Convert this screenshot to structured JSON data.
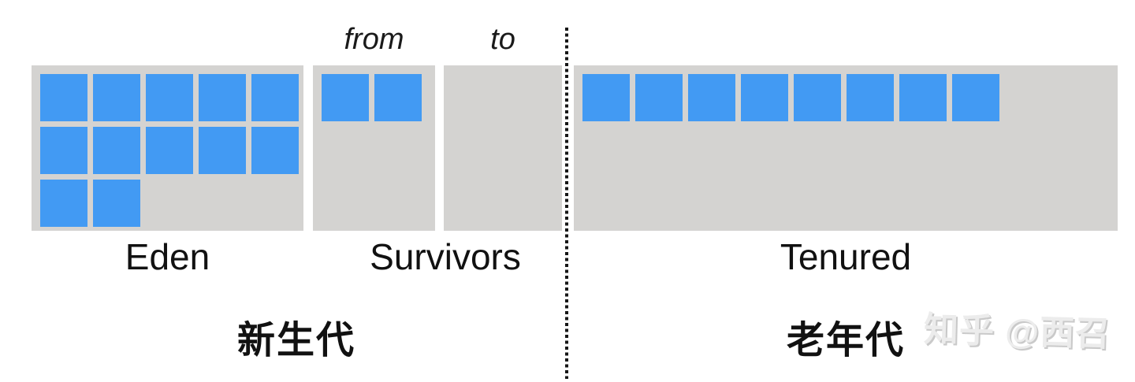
{
  "labels": {
    "from": "from",
    "to": "to",
    "survivors": "Survivors"
  },
  "regions": {
    "eden": {
      "label": "Eden",
      "rows": [
        5,
        5,
        2
      ],
      "used_blocks": 12
    },
    "survivor_from": {
      "label": "from",
      "blocks": 2
    },
    "survivor_to": {
      "label": "to",
      "blocks": 0
    },
    "tenured": {
      "label": "Tenured",
      "blocks": 8
    }
  },
  "generations": {
    "young": "新生代",
    "old": "老年代"
  },
  "watermark": "知乎 @西召",
  "colors": {
    "block": "#429af3",
    "region_bg": "#d4d3d1",
    "divider": "#161616",
    "label_text": "#111111",
    "watermark_text": "#ececec"
  }
}
